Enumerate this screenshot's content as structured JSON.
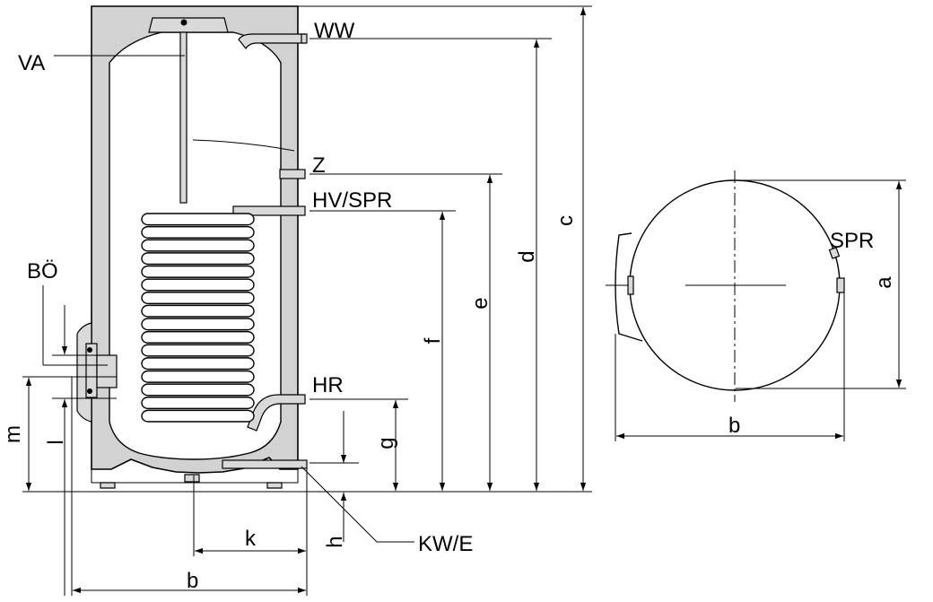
{
  "labels": {
    "ww": "WW",
    "va": "VA",
    "z": "Z",
    "hv_spr": "HV/SPR",
    "bo": "BÖ",
    "hr": "HR",
    "kw_e": "KW/E",
    "spr": "SPR"
  },
  "dimensions": {
    "a": "a",
    "b_side": "b",
    "b_top": "b",
    "c": "c",
    "d": "d",
    "e": "e",
    "f": "f",
    "g": "g",
    "h": "h",
    "k": "k",
    "l": "l",
    "m": "m"
  }
}
